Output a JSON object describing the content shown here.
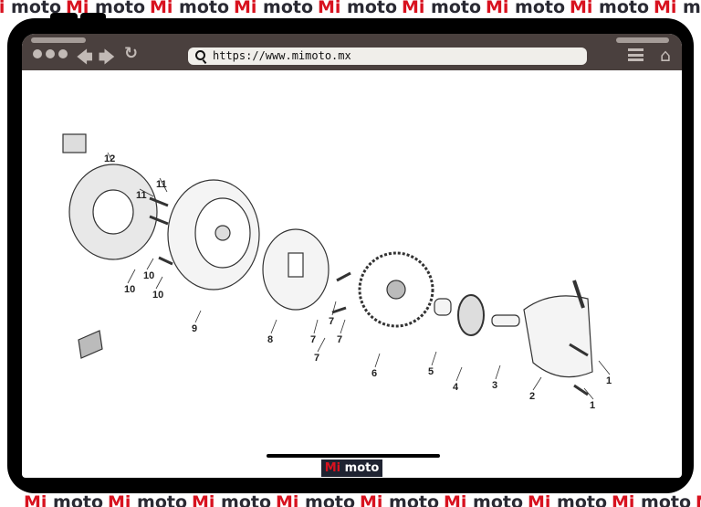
{
  "watermark": {
    "mi": "Mi",
    "moto": "moto"
  },
  "browser": {
    "url": "https://www.mimoto.mx",
    "icons": [
      "window-dots",
      "back-arrow-icon",
      "forward-arrow-icon",
      "reload-icon",
      "search-icon",
      "menu-icon",
      "home-icon"
    ]
  },
  "diagram": {
    "callouts": [
      "12",
      "11",
      "11",
      "10",
      "10",
      "10",
      "9",
      "8",
      "7",
      "7",
      "7",
      "7",
      "6",
      "5",
      "4",
      "3",
      "2",
      "1",
      "1"
    ]
  },
  "footer_logo": {
    "mi": "Mi",
    "moto": "moto"
  },
  "colors": {
    "brand_red": "#d8121f",
    "toolbar": "#4a403e",
    "logo_bg": "#1f2331"
  }
}
